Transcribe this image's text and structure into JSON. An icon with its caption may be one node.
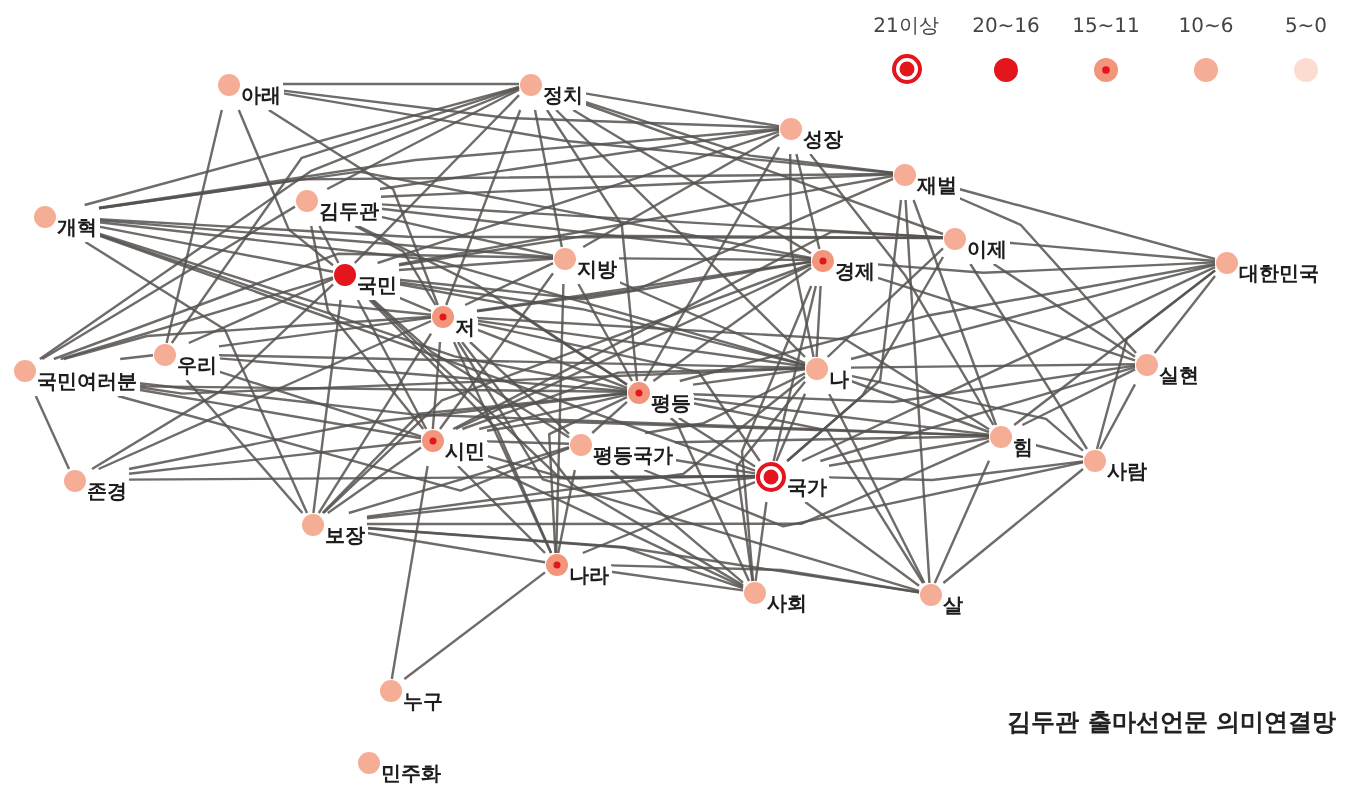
{
  "diagram": {
    "caption": "김두관 출마선언문 의미연결망",
    "nodes": [
      {
        "text": [
          "아래"
        ]
      },
      {
        "text": [
          "정치"
        ]
      },
      {
        "text": [
          "성장"
        ]
      },
      {
        "text": [
          "재벌"
        ]
      },
      {
        "text": [
          "김두관"
        ]
      },
      {
        "text": [
          "개혁"
        ]
      },
      {
        "text": [
          "이제"
        ]
      },
      {
        "text": [
          "대한민국"
        ]
      },
      {
        "text": [
          "국민"
        ]
      },
      {
        "text": [
          "지방"
        ]
      },
      {
        "text": [
          "경제"
        ]
      },
      {
        "text": [
          "저"
        ]
      },
      {
        "text": [
          "우리"
        ]
      },
      {
        "text": [
          "국민여러분"
        ]
      },
      {
        "text": [
          "나"
        ]
      },
      {
        "text": [
          "실현"
        ]
      },
      {
        "text": [
          "평등"
        ]
      },
      {
        "text": [
          "힘"
        ]
      },
      {
        "text": [
          "시민"
        ]
      },
      {
        "text": [
          "평등국가"
        ]
      },
      {
        "text": [
          "사람"
        ]
      },
      {
        "text": [
          "국가"
        ]
      },
      {
        "text": [
          "존경"
        ]
      },
      {
        "text": [
          "보장"
        ]
      },
      {
        "text": [
          "나라"
        ]
      },
      {
        "text": [
          "사회"
        ]
      },
      {
        "text": [
          "살"
        ]
      },
      {
        "text": [
          "누구"
        ]
      },
      {
        "text": [
          "민주화"
        ]
      }
    ],
    "edges": [
      {
        "from": 0,
        "to": 1,
        "arrow": "none"
      },
      {
        "from": 0,
        "to": 2,
        "arrow": "none"
      },
      {
        "from": 0,
        "to": 3,
        "arrow": "none"
      },
      {
        "from": 0,
        "to": 8,
        "arrow": "none"
      },
      {
        "from": 0,
        "to": 12,
        "arrow": "none"
      },
      {
        "from": 0,
        "to": 11,
        "arrow": "none"
      },
      {
        "from": 1,
        "to": 5,
        "arrow": "none"
      },
      {
        "from": 1,
        "to": 4,
        "arrow": "none"
      },
      {
        "from": 1,
        "to": 9,
        "arrow": "none"
      },
      {
        "from": 1,
        "to": 2,
        "arrow": "none"
      },
      {
        "from": 1,
        "to": 3,
        "arrow": "none"
      },
      {
        "from": 1,
        "to": 8,
        "arrow": "none"
      },
      {
        "from": 1,
        "to": 11,
        "arrow": "none"
      },
      {
        "from": 1,
        "to": 12,
        "arrow": "none"
      },
      {
        "from": 1,
        "to": 16,
        "arrow": "none"
      },
      {
        "from": 1,
        "to": 10,
        "arrow": "none"
      },
      {
        "from": 1,
        "to": 13,
        "arrow": "none"
      },
      {
        "from": 1,
        "to": 6,
        "arrow": "none"
      },
      {
        "from": 1,
        "to": 14,
        "arrow": "none"
      },
      {
        "from": 2,
        "to": 4,
        "arrow": "none"
      },
      {
        "from": 2,
        "to": 10,
        "arrow": "none"
      },
      {
        "from": 2,
        "to": 14,
        "arrow": "none"
      },
      {
        "from": 2,
        "to": 8,
        "arrow": "none"
      },
      {
        "from": 2,
        "to": 9,
        "arrow": "none"
      },
      {
        "from": 2,
        "to": 17,
        "arrow": "none"
      },
      {
        "from": 2,
        "to": 16,
        "arrow": "none"
      },
      {
        "from": 2,
        "to": 5,
        "arrow": "none"
      },
      {
        "from": 3,
        "to": 7,
        "arrow": "none"
      },
      {
        "from": 3,
        "to": 4,
        "arrow": "none"
      },
      {
        "from": 3,
        "to": 5,
        "arrow": "none"
      },
      {
        "from": 3,
        "to": 8,
        "arrow": "none"
      },
      {
        "from": 3,
        "to": 11,
        "arrow": "none"
      },
      {
        "from": 3,
        "to": 17,
        "arrow": "none"
      },
      {
        "from": 3,
        "to": 15,
        "arrow": "none"
      },
      {
        "from": 3,
        "to": 26,
        "arrow": "none"
      },
      {
        "from": 3,
        "to": 21,
        "arrow": "none"
      },
      {
        "from": 4,
        "to": 8,
        "arrow": "none"
      },
      {
        "from": 4,
        "to": 11,
        "arrow": "none"
      },
      {
        "from": 4,
        "to": 6,
        "arrow": "none"
      },
      {
        "from": 4,
        "to": 9,
        "arrow": "none"
      },
      {
        "from": 4,
        "to": 10,
        "arrow": "none"
      },
      {
        "from": 4,
        "to": 13,
        "arrow": "none"
      },
      {
        "from": 4,
        "to": 16,
        "arrow": "none"
      },
      {
        "from": 4,
        "to": 18,
        "arrow": "none"
      },
      {
        "from": 5,
        "to": 6,
        "arrow": "none"
      },
      {
        "from": 5,
        "to": 9,
        "arrow": "none"
      },
      {
        "from": 5,
        "to": 8,
        "arrow": "none"
      },
      {
        "from": 5,
        "to": 11,
        "arrow": "none"
      },
      {
        "from": 5,
        "to": 16,
        "arrow": "none"
      },
      {
        "from": 5,
        "to": 21,
        "arrow": "none"
      },
      {
        "from": 5,
        "to": 14,
        "arrow": "none"
      },
      {
        "from": 5,
        "to": 10,
        "arrow": "none"
      },
      {
        "from": 5,
        "to": 23,
        "arrow": "none"
      },
      {
        "from": 6,
        "to": 8,
        "arrow": "none"
      },
      {
        "from": 6,
        "to": 15,
        "arrow": "none"
      },
      {
        "from": 6,
        "to": 14,
        "arrow": "none"
      },
      {
        "from": 6,
        "to": 21,
        "arrow": "none"
      },
      {
        "from": 6,
        "to": 18,
        "arrow": "none"
      },
      {
        "from": 6,
        "to": 20,
        "arrow": "none"
      },
      {
        "from": 6,
        "to": 7,
        "arrow": "none"
      },
      {
        "from": 7,
        "to": 10,
        "arrow": "none"
      },
      {
        "from": 7,
        "to": 14,
        "arrow": "none"
      },
      {
        "from": 7,
        "to": 16,
        "arrow": "none"
      },
      {
        "from": 7,
        "to": 15,
        "arrow": "none"
      },
      {
        "from": 7,
        "to": 17,
        "arrow": "none"
      },
      {
        "from": 7,
        "to": 21,
        "arrow": "none"
      },
      {
        "from": 7,
        "to": 20,
        "arrow": "none"
      },
      {
        "from": 8,
        "to": 11,
        "arrow": "none"
      },
      {
        "from": 8,
        "to": 9,
        "arrow": "none"
      },
      {
        "from": 8,
        "to": 10,
        "arrow": "none"
      },
      {
        "from": 8,
        "to": 12,
        "arrow": "none"
      },
      {
        "from": 8,
        "to": 13,
        "arrow": "none"
      },
      {
        "from": 8,
        "to": 14,
        "arrow": "none"
      },
      {
        "from": 8,
        "to": 16,
        "arrow": "none"
      },
      {
        "from": 8,
        "to": 18,
        "arrow": "none"
      },
      {
        "from": 8,
        "to": 19,
        "arrow": "none"
      },
      {
        "from": 8,
        "to": 21,
        "arrow": "none"
      },
      {
        "from": 8,
        "to": 22,
        "arrow": "none"
      },
      {
        "from": 8,
        "to": 23,
        "arrow": "none"
      },
      {
        "from": 8,
        "to": 24,
        "arrow": "none"
      },
      {
        "from": 9,
        "to": 11,
        "arrow": "none"
      },
      {
        "from": 9,
        "to": 10,
        "arrow": "none"
      },
      {
        "from": 9,
        "to": 16,
        "arrow": "none"
      },
      {
        "from": 9,
        "to": 24,
        "arrow": "none"
      },
      {
        "from": 9,
        "to": 18,
        "arrow": "none"
      },
      {
        "from": 9,
        "to": 13,
        "arrow": "none"
      },
      {
        "from": 9,
        "to": 14,
        "arrow": "none"
      },
      {
        "from": 10,
        "to": 11,
        "arrow": "none"
      },
      {
        "from": 10,
        "to": 14,
        "arrow": "none"
      },
      {
        "from": 10,
        "to": 16,
        "arrow": "none"
      },
      {
        "from": 10,
        "to": 21,
        "arrow": "none"
      },
      {
        "from": 10,
        "to": 25,
        "arrow": "none"
      },
      {
        "from": 10,
        "to": 15,
        "arrow": "none"
      },
      {
        "from": 10,
        "to": 18,
        "arrow": "none"
      },
      {
        "from": 10,
        "to": 23,
        "arrow": "none"
      },
      {
        "from": 11,
        "to": 12,
        "arrow": "none"
      },
      {
        "from": 11,
        "to": 13,
        "arrow": "none"
      },
      {
        "from": 11,
        "to": 14,
        "arrow": "none"
      },
      {
        "from": 11,
        "to": 16,
        "arrow": "none"
      },
      {
        "from": 11,
        "to": 17,
        "arrow": "none"
      },
      {
        "from": 11,
        "to": 18,
        "arrow": "none"
      },
      {
        "from": 11,
        "to": 19,
        "arrow": "none"
      },
      {
        "from": 11,
        "to": 21,
        "arrow": "none"
      },
      {
        "from": 11,
        "to": 23,
        "arrow": "none"
      },
      {
        "from": 11,
        "to": 24,
        "arrow": "none"
      },
      {
        "from": 11,
        "to": 25,
        "arrow": "none"
      },
      {
        "from": 11,
        "to": 26,
        "arrow": "none"
      },
      {
        "from": 11,
        "to": 22,
        "arrow": "none"
      },
      {
        "from": 12,
        "to": 13,
        "arrow": "none"
      },
      {
        "from": 12,
        "to": 14,
        "arrow": "none"
      },
      {
        "from": 12,
        "to": 16,
        "arrow": "none"
      },
      {
        "from": 12,
        "to": 18,
        "arrow": "none"
      },
      {
        "from": 12,
        "to": 23,
        "arrow": "none"
      },
      {
        "from": 13,
        "to": 22,
        "arrow": "none"
      },
      {
        "from": 13,
        "to": 14,
        "arrow": "none"
      },
      {
        "from": 13,
        "to": 16,
        "arrow": "none"
      },
      {
        "from": 13,
        "to": 18,
        "arrow": "none"
      },
      {
        "from": 13,
        "to": 19,
        "arrow": "none"
      },
      {
        "from": 13,
        "to": 17,
        "arrow": "none"
      },
      {
        "from": 14,
        "to": 16,
        "arrow": "none"
      },
      {
        "from": 14,
        "to": 15,
        "arrow": "none"
      },
      {
        "from": 14,
        "to": 17,
        "arrow": "none"
      },
      {
        "from": 14,
        "to": 21,
        "arrow": "none"
      },
      {
        "from": 14,
        "to": 25,
        "arrow": "none"
      },
      {
        "from": 14,
        "to": 26,
        "arrow": "none"
      },
      {
        "from": 14,
        "to": 20,
        "arrow": "none"
      },
      {
        "from": 14,
        "to": 19,
        "arrow": "none"
      },
      {
        "from": 14,
        "to": 18,
        "arrow": "none"
      },
      {
        "from": 14,
        "to": 23,
        "arrow": "none"
      },
      {
        "from": 15,
        "to": 17,
        "arrow": "none"
      },
      {
        "from": 15,
        "to": 20,
        "arrow": "none"
      },
      {
        "from": 15,
        "to": 21,
        "arrow": "none"
      },
      {
        "from": 15,
        "to": 16,
        "arrow": "none"
      },
      {
        "from": 16,
        "to": 17,
        "arrow": "none"
      },
      {
        "from": 16,
        "to": 18,
        "arrow": "none"
      },
      {
        "from": 16,
        "to": 19,
        "arrow": "none"
      },
      {
        "from": 16,
        "to": 21,
        "arrow": "none"
      },
      {
        "from": 16,
        "to": 24,
        "arrow": "none"
      },
      {
        "from": 16,
        "to": 25,
        "arrow": "none"
      },
      {
        "from": 16,
        "to": 23,
        "arrow": "none"
      },
      {
        "from": 16,
        "to": 26,
        "arrow": "none"
      },
      {
        "from": 16,
        "to": 22,
        "arrow": "none"
      },
      {
        "from": 17,
        "to": 20,
        "arrow": "none"
      },
      {
        "from": 17,
        "to": 21,
        "arrow": "none"
      },
      {
        "from": 17,
        "to": 26,
        "arrow": "none"
      },
      {
        "from": 17,
        "to": 19,
        "arrow": "none"
      },
      {
        "from": 17,
        "to": 18,
        "arrow": "none"
      },
      {
        "from": 17,
        "to": 23,
        "arrow": "none"
      },
      {
        "from": 18,
        "to": 19,
        "arrow": "none"
      },
      {
        "from": 18,
        "to": 21,
        "arrow": "none"
      },
      {
        "from": 18,
        "to": 22,
        "arrow": "none"
      },
      {
        "from": 18,
        "to": 23,
        "arrow": "none"
      },
      {
        "from": 18,
        "to": 24,
        "arrow": "none"
      },
      {
        "from": 18,
        "to": 27,
        "arrow": "none"
      },
      {
        "from": 18,
        "to": 25,
        "arrow": "none"
      },
      {
        "from": 19,
        "to": 21,
        "arrow": "none"
      },
      {
        "from": 19,
        "to": 24,
        "arrow": "none"
      },
      {
        "from": 19,
        "to": 25,
        "arrow": "none"
      },
      {
        "from": 19,
        "to": 23,
        "arrow": "none"
      },
      {
        "from": 19,
        "to": 20,
        "arrow": "none"
      },
      {
        "from": 20,
        "to": 26,
        "arrow": "none"
      },
      {
        "from": 20,
        "to": 21,
        "arrow": "none"
      },
      {
        "from": 21,
        "to": 24,
        "arrow": "none"
      },
      {
        "from": 21,
        "to": 25,
        "arrow": "none"
      },
      {
        "from": 21,
        "to": 26,
        "arrow": "none"
      },
      {
        "from": 21,
        "to": 23,
        "arrow": "none"
      },
      {
        "from": 21,
        "to": 22,
        "arrow": "none"
      },
      {
        "from": 23,
        "to": 24,
        "arrow": "none"
      },
      {
        "from": 23,
        "to": 25,
        "arrow": "none"
      },
      {
        "from": 23,
        "to": 26,
        "arrow": "none"
      },
      {
        "from": 24,
        "to": 27,
        "arrow": "none"
      },
      {
        "from": 24,
        "to": 25,
        "arrow": "none"
      },
      {
        "from": 24,
        "to": 26,
        "arrow": "none"
      }
    ],
    "legend": [
      {
        "text": "21이상"
      },
      {
        "text": "20~16",
        "color": "#e3151d"
      },
      {
        "text": "15~11"
      },
      {
        "text": "10~6",
        "color": "#f6ad95"
      },
      {
        "text": "5~0",
        "color": "#fcdcd0"
      }
    ]
  }
}
